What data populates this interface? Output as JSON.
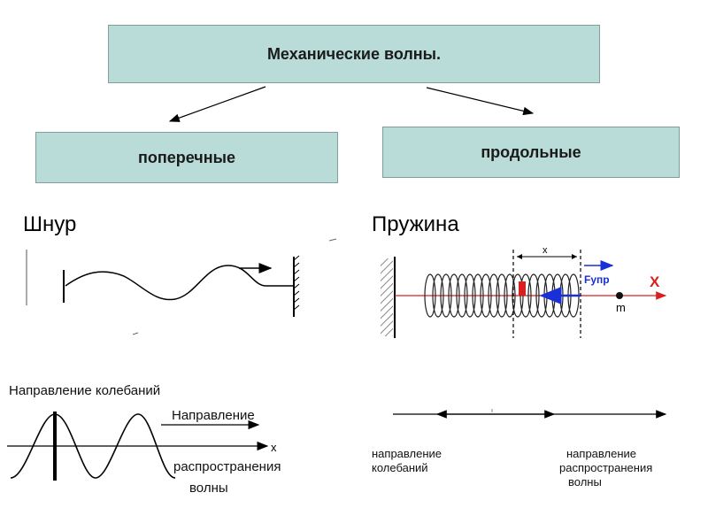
{
  "title": "Механические волны.",
  "transverse": "поперечные",
  "longitudinal": "продольные",
  "cord_label": "Шнур",
  "spring_label": "Пружина",
  "spring_diagram": {
    "x_label": "x",
    "force_label": "Fупр",
    "axis_label": "X",
    "mass_label": "m"
  },
  "wave_diagram": {
    "oscillation_direction": "Направление колебаний",
    "propagation_line1": "Направление",
    "propagation_line2": "распространения",
    "propagation_line3": "волны",
    "axis_label": "x"
  },
  "captions": {
    "oscillation_line1": "направление",
    "oscillation_line2": "колебаний",
    "propagation_line1": "направление",
    "propagation_line2": "распространения",
    "propagation_line3": "волны"
  }
}
